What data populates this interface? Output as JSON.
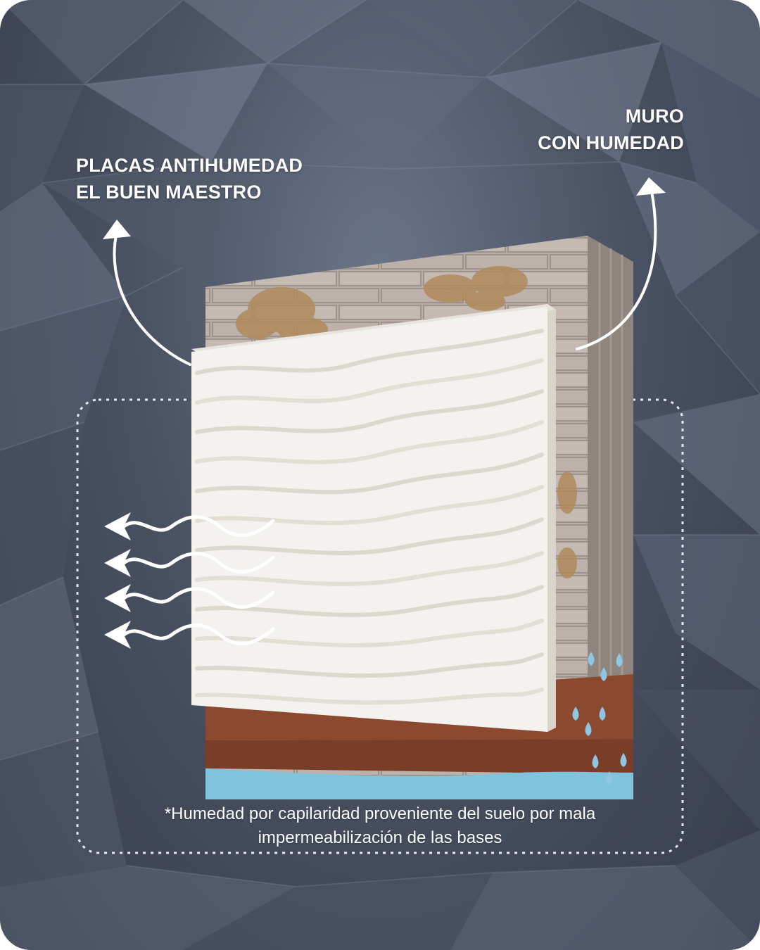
{
  "labels": {
    "panel": {
      "line1": "PLACAS ANTIHUMEDAD",
      "line2": "EL BUEN MAESTRO"
    },
    "wall": {
      "line1": "MURO",
      "line2": "CON HUMEDAD"
    }
  },
  "footnote": {
    "line1": "*Humedad por capilaridad proveniente del suelo por mala",
    "line2": "impermeabilización de las bases"
  },
  "icons": [
    "curved-arrow-icon",
    "vapor-arrow-icon",
    "water-drop-icon"
  ],
  "colors": {
    "background": "#4a5263",
    "panel": "#f4f2ee",
    "brick": "#b8aca6",
    "soil": "#8a4a30",
    "water": "#7fc3dc",
    "accent_text": "#ffffff"
  }
}
